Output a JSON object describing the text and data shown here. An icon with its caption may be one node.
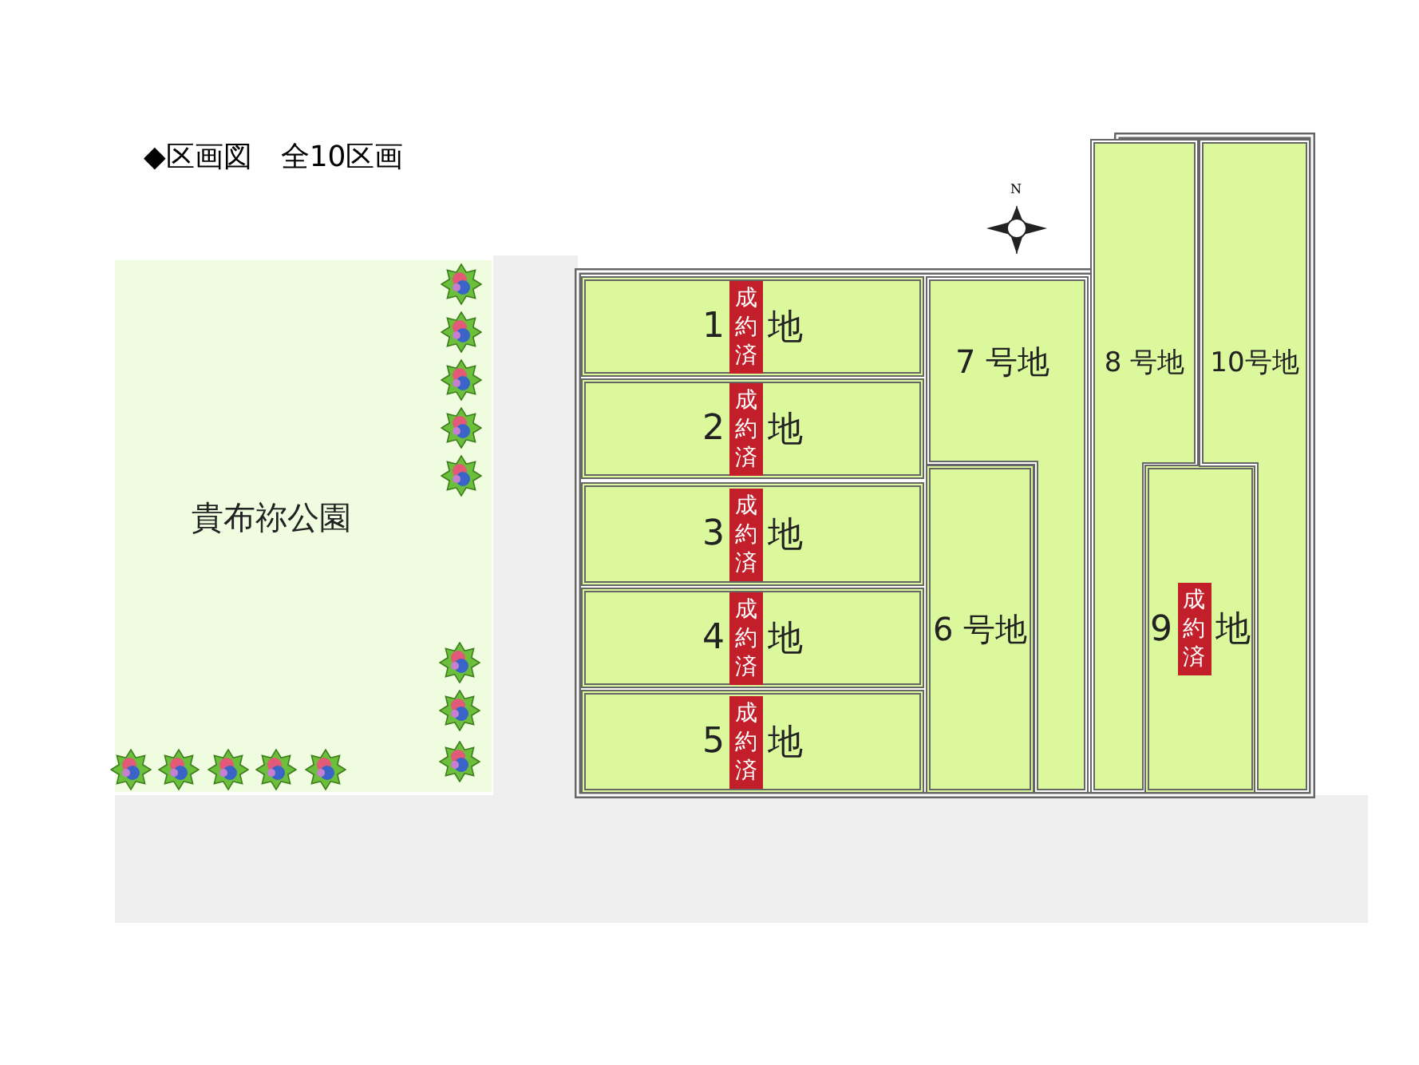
{
  "diagram": {
    "title": "◆区画図　全10区画",
    "nodes": [
      {
        "text": [
          "貴布祢公園"
        ]
      },
      {
        "text": [
          "1",
          "地"
        ]
      },
      {
        "text": [
          "成約済"
        ],
        "in": 1
      },
      {
        "text": [
          "2",
          "地"
        ]
      },
      {
        "text": [
          "成約済"
        ],
        "in": 3
      },
      {
        "text": [
          "3",
          "地"
        ]
      },
      {
        "text": [
          "成約済"
        ],
        "in": 5
      },
      {
        "text": [
          "4",
          "地"
        ]
      },
      {
        "text": [
          "成約済"
        ],
        "in": 7
      },
      {
        "text": [
          "5",
          "地"
        ]
      },
      {
        "text": [
          "成約済"
        ],
        "in": 9
      },
      {
        "text": [
          "6 号地"
        ]
      },
      {
        "text": [
          "7 号地"
        ]
      },
      {
        "text": [
          "8 号地"
        ]
      },
      {
        "text": [
          "9",
          "地"
        ]
      },
      {
        "text": [
          "成約済"
        ],
        "in": 14
      },
      {
        "text": [
          "10号地"
        ]
      },
      {
        "text": [
          "N"
        ]
      }
    ],
    "edges": []
  }
}
